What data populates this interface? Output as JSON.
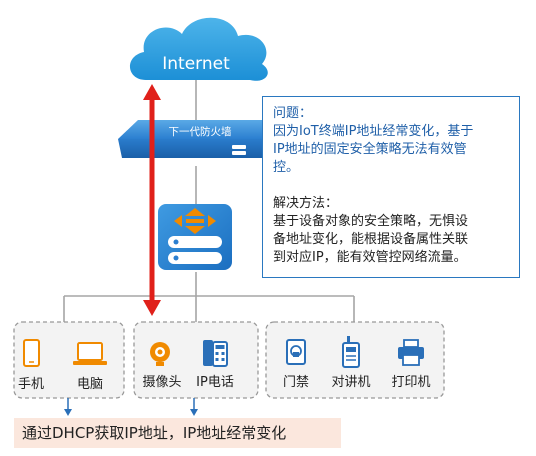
{
  "cloud": {
    "label": "Internet"
  },
  "firewall": {
    "label": "下一代防火墙"
  },
  "note": {
    "problem_title": "问题：",
    "problem_text_1": "因为IoT终端IP地址经常变化，基于",
    "problem_text_2": "IP地址的固定安全策略无法有效管",
    "problem_text_3": "控。",
    "solution_title": "解决方法：",
    "solution_text_1": "基于设备对象的安全策略，无惧设",
    "solution_text_2": "备地址变化，能根据设备属性关联",
    "solution_text_3": "到对应IP，能有效管控网络流量。"
  },
  "groups": [
    {
      "devices": [
        {
          "label": "手机",
          "icon": "mobile-phone-icon"
        },
        {
          "label": "电脑",
          "icon": "laptop-icon"
        }
      ]
    },
    {
      "devices": [
        {
          "label": "摄像头",
          "icon": "camera-icon"
        },
        {
          "label": "IP电话",
          "icon": "ip-phone-icon"
        }
      ]
    },
    {
      "devices": [
        {
          "label": "门禁",
          "icon": "access-control-icon"
        },
        {
          "label": "对讲机",
          "icon": "intercom-icon"
        },
        {
          "label": "打印机",
          "icon": "printer-icon"
        }
      ]
    }
  ],
  "bottom_note": "通过DHCP获取IP地址，IP地址经常变化",
  "colors": {
    "accent_blue": "#1f6fc5",
    "arrow_red": "#e0201a",
    "icon_orange": "#f08a00"
  }
}
